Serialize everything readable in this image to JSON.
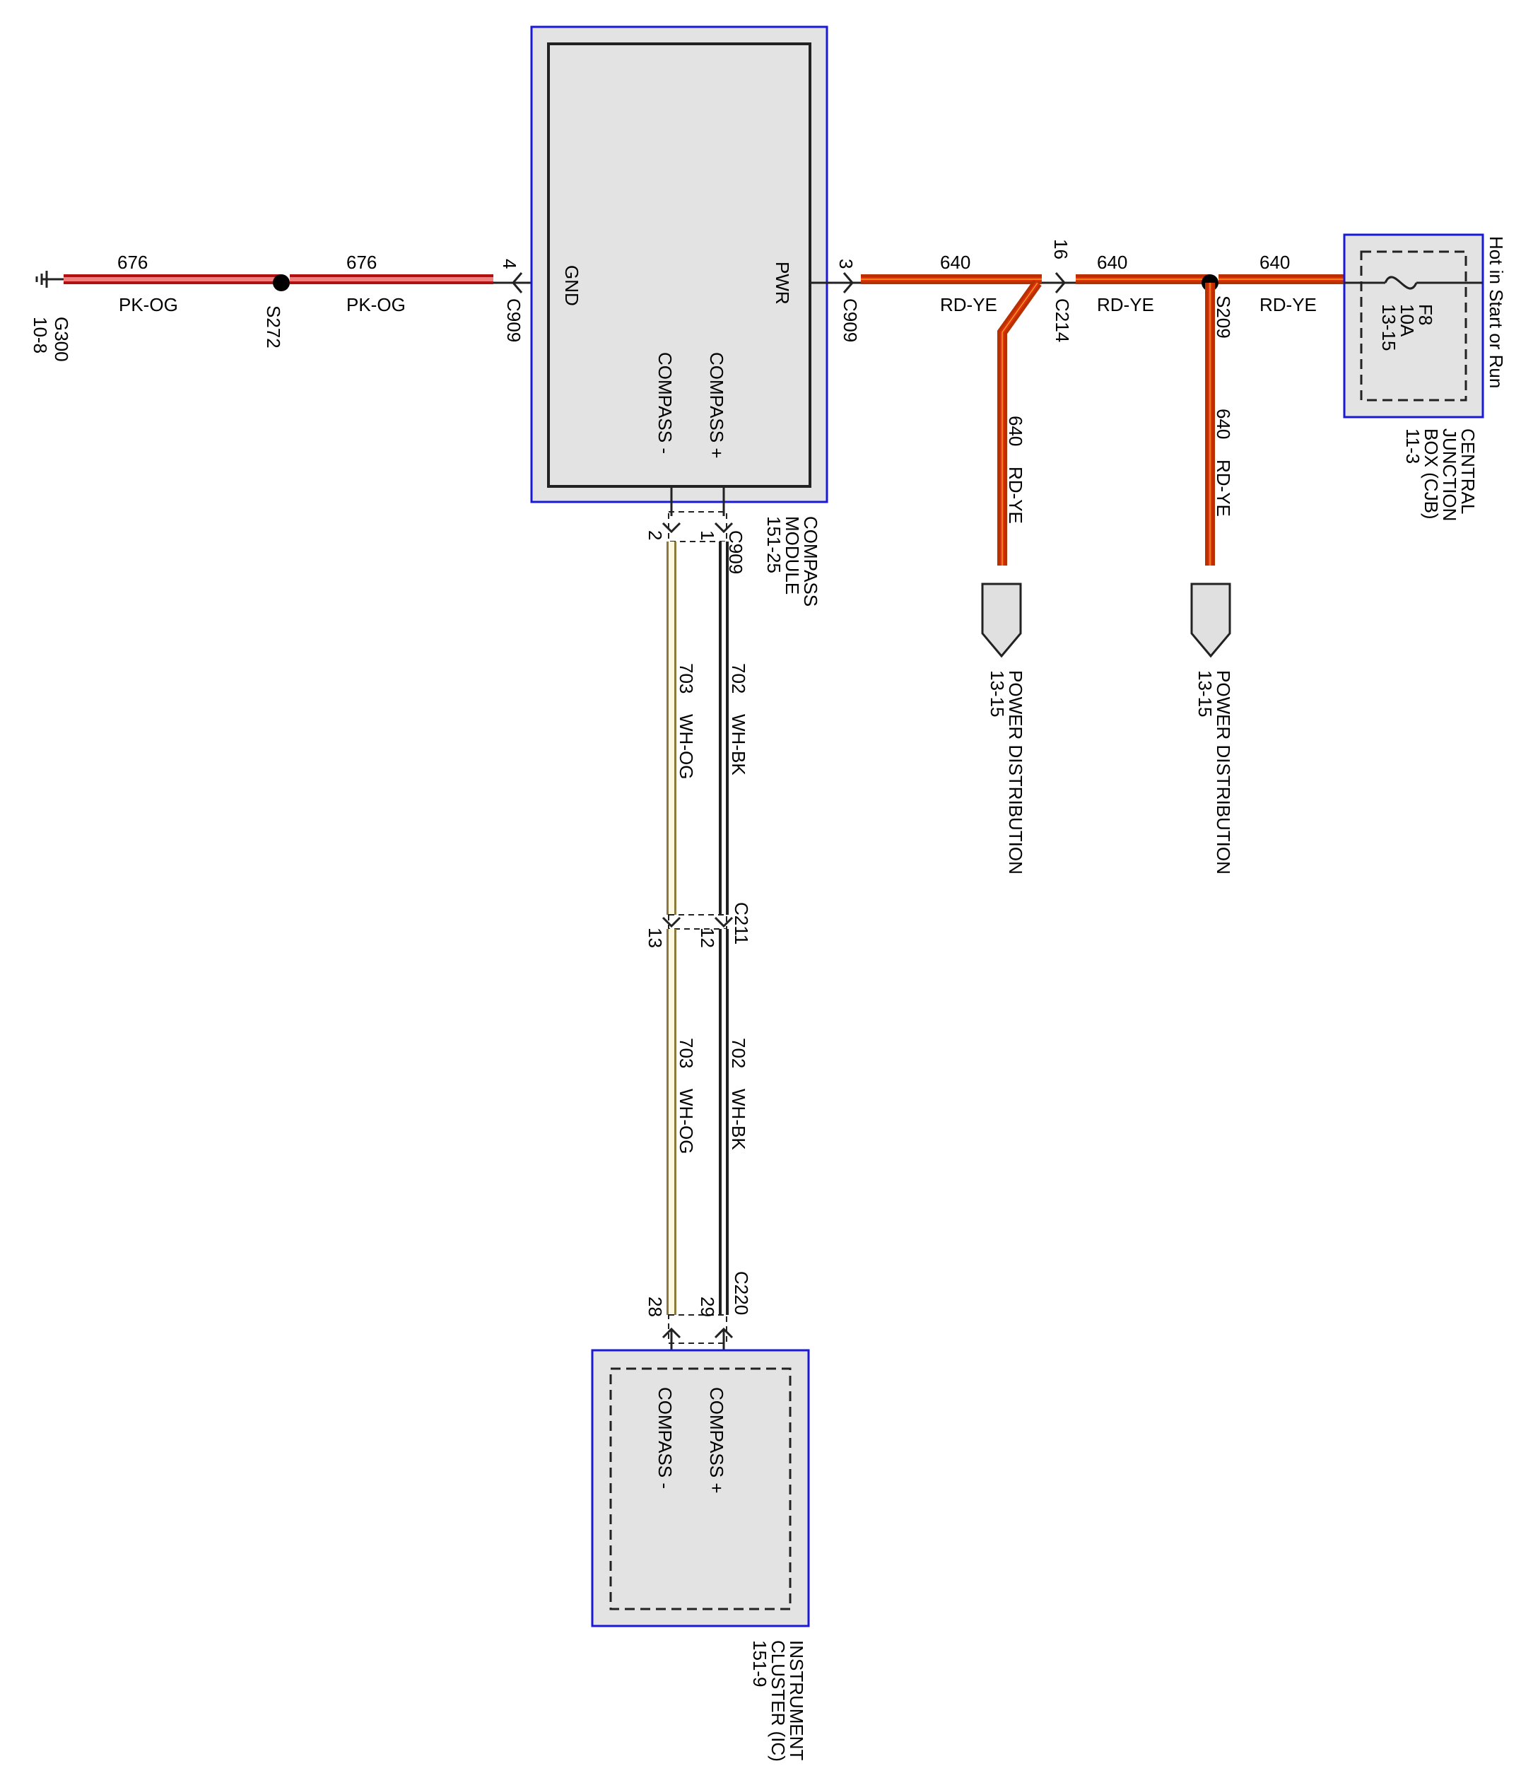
{
  "ground": {
    "id": "G300",
    "ref": "10-8"
  },
  "splice_s272": {
    "id": "S272"
  },
  "splice_s209": {
    "id": "S209"
  },
  "wire_676_a": {
    "circuit": "676",
    "color": "PK-OG"
  },
  "wire_676_b": {
    "circuit": "676",
    "color": "PK-OG"
  },
  "wire_640_a": {
    "circuit": "640",
    "color": "RD-YE"
  },
  "wire_640_b": {
    "circuit": "640",
    "color": "RD-YE"
  },
  "wire_640_c": {
    "circuit": "640",
    "color": "RD-YE"
  },
  "wire_640_drop1": {
    "circuit": "640",
    "color": "RD-YE"
  },
  "wire_640_drop2": {
    "circuit": "640",
    "color": "RD-YE"
  },
  "wire_702_a": {
    "circuit": "702",
    "color": "WH-BK"
  },
  "wire_703_a": {
    "circuit": "703",
    "color": "WH-OG"
  },
  "wire_702_b": {
    "circuit": "702",
    "color": "WH-BK"
  },
  "wire_703_b": {
    "circuit": "703",
    "color": "WH-OG"
  },
  "compass_module": {
    "title_line1": "COMPASS",
    "title_line2": "MODULE",
    "ref": "151-25",
    "pin_gnd": "GND",
    "pin_pwr": "PWR",
    "pin_compass_plus": "COMPASS +",
    "pin_compass_minus": "COMPASS -"
  },
  "connectors": {
    "c909_gnd": {
      "name": "C909",
      "pin": "4"
    },
    "c909_pwr": {
      "name": "C909",
      "pin": "3"
    },
    "c909_bottom": {
      "name": "C909",
      "pin_a": "2",
      "pin_b": "1"
    },
    "c214": {
      "name": "C214",
      "pin": "16"
    },
    "c211": {
      "name": "C211",
      "pin_a": "13",
      "pin_b": "12"
    },
    "c220": {
      "name": "C220",
      "pin_a": "28",
      "pin_b": "29"
    }
  },
  "cjb": {
    "line1": "CENTRAL",
    "line2": "JUNCTION",
    "line3": "BOX (CJB)",
    "ref": "11-3",
    "fuse_name": "F8",
    "fuse_rating": "10A",
    "fuse_ref": "13-15",
    "hot_label": "Hot in Start or Run"
  },
  "power_distribution_1": {
    "label": "POWER DISTRIBUTION",
    "ref": "13-15"
  },
  "power_distribution_2": {
    "label": "POWER DISTRIBUTION",
    "ref": "13-15"
  },
  "instrument_cluster": {
    "line1": "INSTRUMENT",
    "line2": "CLUSTER (IC)",
    "ref": "151-9",
    "pin_compass_plus": "COMPASS +",
    "pin_compass_minus": "COMPASS -"
  },
  "colors": {
    "pk_og_outer": "#b01010",
    "pk_og_inner": "#f08080",
    "rd_ye_outer": "#b83000",
    "rd_ye_inner": "#e03010",
    "rd_ye_stripe": "#f0a020",
    "wh_bk_outer": "#202020",
    "wh_bk_inner": "#ffffff",
    "wh_og_outer": "#8a7a40",
    "wh_og_inner": "#fff8e0",
    "module_border": "#1a1ad6",
    "module_fill": "#e3e3e3"
  }
}
